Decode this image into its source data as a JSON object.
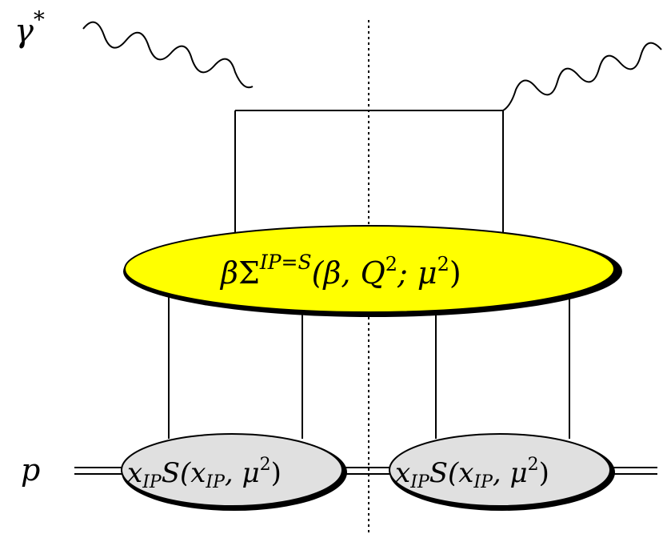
{
  "diagram": {
    "photon_label": "γ",
    "photon_label_sup": "*",
    "proton_label": "p",
    "central_blob": {
      "beta": "β",
      "sigma": "Σ",
      "sup": "IP=S",
      "args": "(β, Q",
      "args_sq": "2",
      "args_mid": "; μ",
      "args_mu_sq": "2",
      "args_end": ")",
      "fill_color": "#ffff00"
    },
    "left_blob": {
      "x": "x",
      "x_sub": "IP",
      "S": "S(x",
      "S_sub": "IP",
      "mid": ", μ",
      "mu_sq": "2",
      "end": ")",
      "fill_color": "#e0e0e0"
    },
    "right_blob": {
      "x": "x",
      "x_sub": "IP",
      "S": "S(x",
      "S_sub": "IP",
      "mid": ", μ",
      "mu_sq": "2",
      "end": ")",
      "fill_color": "#e0e0e0"
    }
  }
}
